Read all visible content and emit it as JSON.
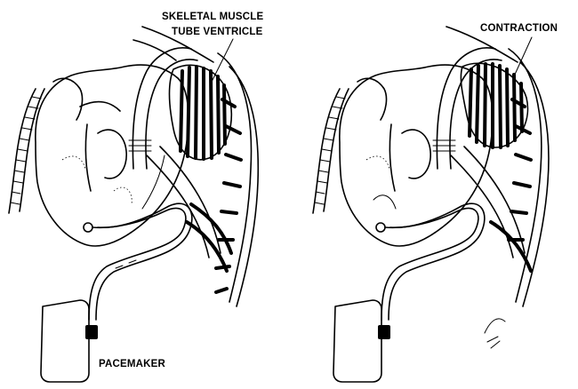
{
  "labels": {
    "muscle_line1": "SKELETAL MUSCLE",
    "muscle_line2": "TUBE VENTRICLE",
    "contraction": "CONTRACTION",
    "pacemaker": "PACEMAKER"
  },
  "panels": [
    {
      "state": "relaxed"
    },
    {
      "state": "contraction"
    }
  ]
}
